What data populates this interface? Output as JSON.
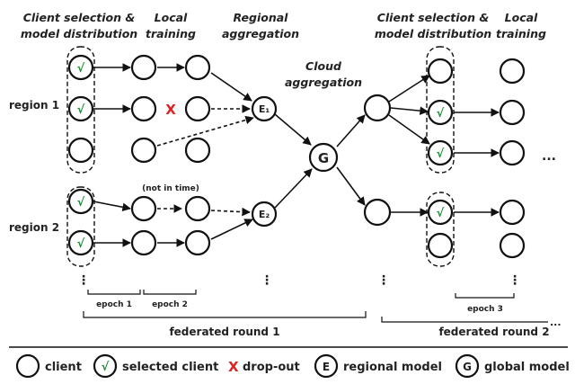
{
  "headers": {
    "client_selection_1": [
      "Client selection &",
      "model distribution"
    ],
    "local_training_1": [
      "Local",
      "training"
    ],
    "regional_aggregation": [
      "Regional",
      "aggregation"
    ],
    "cloud_aggregation": [
      "Cloud",
      "aggregation"
    ],
    "client_selection_2": [
      "Client selection &",
      "model distribution"
    ],
    "local_training_2": [
      "Local",
      "training"
    ]
  },
  "regions": {
    "region1": "region 1",
    "region2": "region 2"
  },
  "nodes": {
    "selected_mark": "√",
    "dropout_mark": "X",
    "edge1": "E₁",
    "edge2": "E₂",
    "global": "G"
  },
  "not_in_time": "(not in time)",
  "ellipsis": {
    "vertical": "⋮",
    "horizontal": "..."
  },
  "epochs": {
    "epoch1": "epoch 1",
    "epoch2": "epoch 2",
    "epoch3": "epoch 3"
  },
  "rounds": {
    "round1": "federated round 1",
    "round2": "federated round 2"
  },
  "legend": {
    "client": "client",
    "selected": "selected client",
    "dropout": "drop-out",
    "regional_model_symbol": "E",
    "regional_model": "regional model",
    "global_model_symbol": "G",
    "global_model": "global model"
  },
  "colors": {
    "selected": "#1f8a3a",
    "dropout": "#d22222",
    "stroke": "#111111"
  }
}
